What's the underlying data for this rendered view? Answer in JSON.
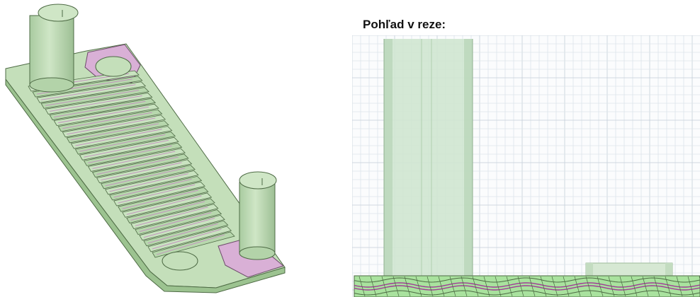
{
  "section_view": {
    "title": "Pohľad v reze:"
  },
  "colors": {
    "model_green": "#c4dfba",
    "model_green_dark": "#9cc390",
    "model_edge": "#4e6b45",
    "gasket_pink": "#d9b0d6",
    "grid_line": "#d7dfe5",
    "grid_major": "#c4ced7",
    "section_fill": "#a9e29e",
    "section_line": "#a03c96"
  },
  "icons": {
    "isometric_view": "plate-heat-exchanger-3d-model",
    "section_view": "plate-heat-exchanger-cross-section"
  }
}
